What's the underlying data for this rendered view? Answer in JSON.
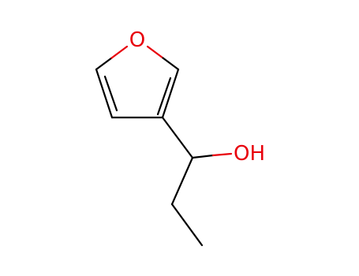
{
  "molecule": {
    "atoms": [
      {
        "id": "O1",
        "element": "O",
        "label": "O",
        "color": "#e8000b"
      },
      {
        "id": "C2",
        "element": "C",
        "label": ""
      },
      {
        "id": "C3",
        "element": "C",
        "label": ""
      },
      {
        "id": "C4",
        "element": "C",
        "label": ""
      },
      {
        "id": "C5",
        "element": "C",
        "label": ""
      },
      {
        "id": "C6",
        "element": "C",
        "label": ""
      },
      {
        "id": "O7",
        "element": "O",
        "label": "OH",
        "color": "#e8000b"
      },
      {
        "id": "C8",
        "element": "C",
        "label": ""
      },
      {
        "id": "C9",
        "element": "C",
        "label": ""
      }
    ],
    "bonds": [
      {
        "from": "O1",
        "to": "C2",
        "order": 1
      },
      {
        "from": "C2",
        "to": "C3",
        "order": 2
      },
      {
        "from": "C3",
        "to": "C4",
        "order": 1
      },
      {
        "from": "C4",
        "to": "C5",
        "order": 2
      },
      {
        "from": "C5",
        "to": "O1",
        "order": 1
      },
      {
        "from": "C3",
        "to": "C6",
        "order": 1
      },
      {
        "from": "C6",
        "to": "O7",
        "order": 1
      },
      {
        "from": "C6",
        "to": "C8",
        "order": 1
      },
      {
        "from": "C8",
        "to": "C9",
        "order": 1
      }
    ]
  },
  "labels": {
    "ring_oxygen": "O",
    "hydroxyl": "OH"
  }
}
